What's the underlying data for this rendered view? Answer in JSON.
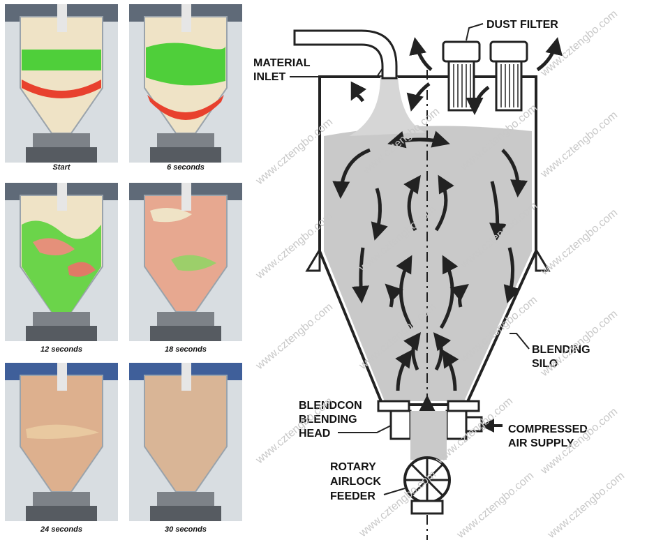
{
  "photos": [
    {
      "caption": "Start",
      "stage": "start"
    },
    {
      "caption": "6 seconds",
      "stage": "6s"
    },
    {
      "caption": "12 seconds",
      "stage": "12s"
    },
    {
      "caption": "18 seconds",
      "stage": "18s"
    },
    {
      "caption": "24 seconds",
      "stage": "24s"
    },
    {
      "caption": "30 seconds",
      "stage": "30s"
    }
  ],
  "labels": {
    "dust_filter": "DUST FILTER",
    "material_inlet_1": "MATERIAL",
    "material_inlet_2": "INLET",
    "blending_silo_1": "BLENDING",
    "blending_silo_2": "SILO",
    "blendcon_1": "BLENDCON",
    "blendcon_2": "BLENDING",
    "blendcon_3": "HEAD",
    "compressed_1": "COMPRESSED",
    "compressed_2": "AIR SUPPLY",
    "rotary_1": "ROTARY",
    "rotary_2": "AIRLOCK",
    "rotary_3": "FEEDER"
  },
  "watermark": "www.cztengbo.com",
  "colors": {
    "material_fill": "#c9c9c9",
    "outline": "#222222",
    "sand": "#efe3c6",
    "green": "#4fcf3a",
    "red": "#e8412e"
  }
}
